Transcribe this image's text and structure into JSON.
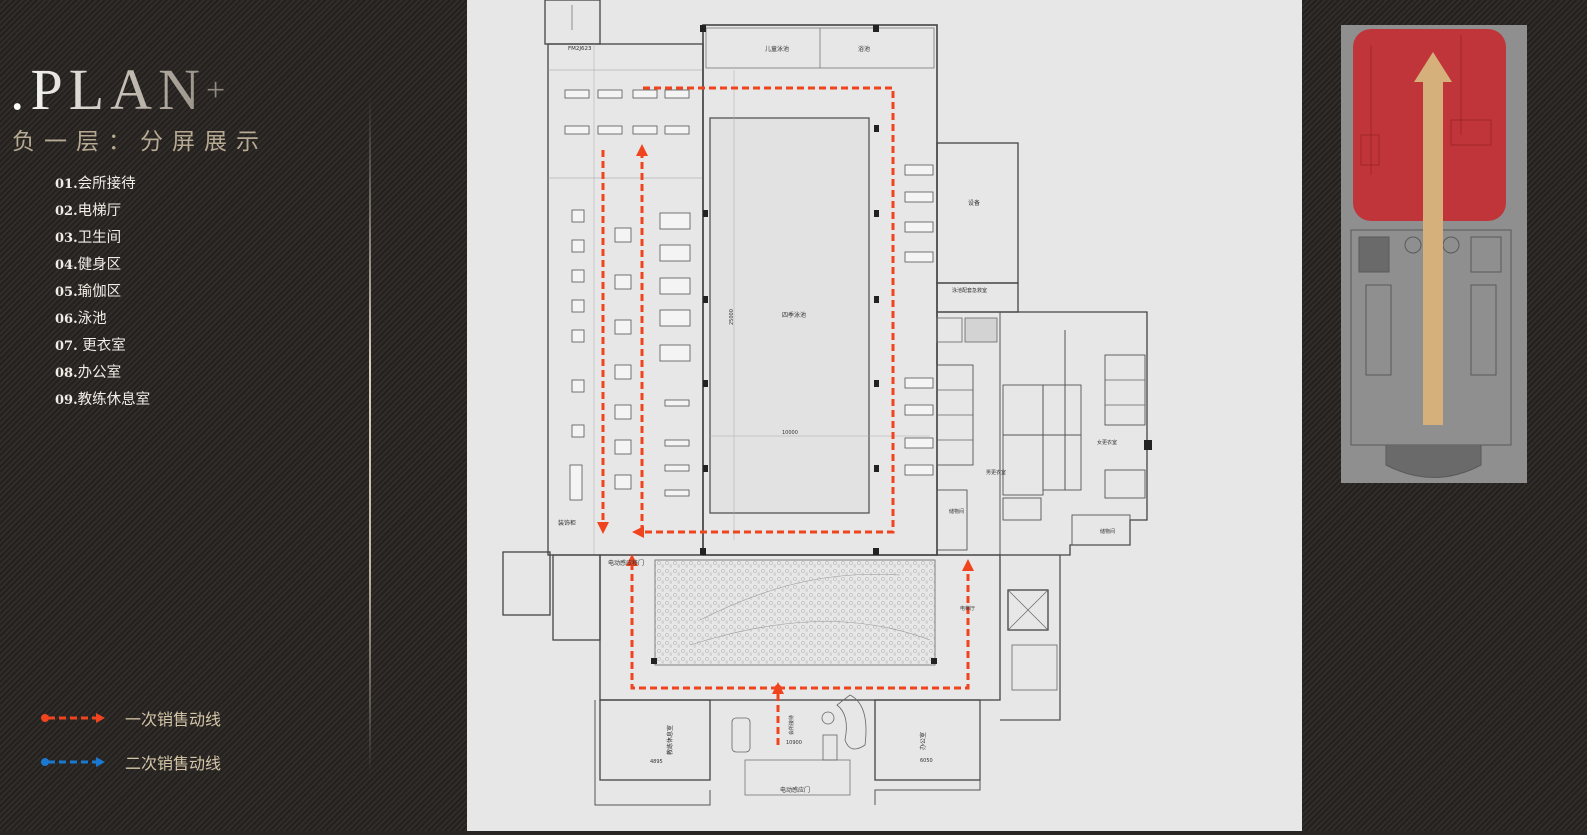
{
  "header": {
    "title": ".PLAN",
    "title_suffix": "+",
    "subtitle": "负一层：分屏展示"
  },
  "menu": {
    "items": [
      {
        "num": "01.",
        "label": "会所接待"
      },
      {
        "num": "02.",
        "label": "电梯厅"
      },
      {
        "num": "03.",
        "label": "卫生间"
      },
      {
        "num": "04.",
        "label": "健身区"
      },
      {
        "num": "05.",
        "label": "瑜伽区"
      },
      {
        "num": "06.",
        "label": "泳池"
      },
      {
        "num": "07.",
        "label": " 更衣室"
      },
      {
        "num": "08.",
        "label": "办公室"
      },
      {
        "num": "09.",
        "label": "教练休息室"
      }
    ]
  },
  "legend": {
    "primary": {
      "label": "一次销售动线",
      "color": "#f0441e"
    },
    "secondary": {
      "label": "二次销售动线",
      "color": "#1b78d0"
    }
  },
  "plan": {
    "labels": {
      "kids_pool": "儿童泳池",
      "bath_pool": "浴池",
      "main_pool": "四季泳池",
      "equipment": "设备",
      "first_aid": "泳池配套急救室",
      "mens_locker": "男更衣室",
      "womens_locker": "女更衣室",
      "storage_left": "储物间",
      "storage_right": "储物间",
      "sliding_door": "电动感应移门",
      "entrance_door": "电动感应门",
      "elevator_hall": "电梯厅",
      "coach_room": "教练休息室",
      "office": "办公室",
      "display_cabinet": "装饰柜",
      "reception": "会所接待",
      "fire_door": "FM2J623",
      "dim_a": "10000",
      "dim_b": "25000",
      "dim_c": "10900",
      "dim_d": "4895",
      "dim_e": "6050"
    },
    "route_color": "#f0441e",
    "background_color": "#e7e7e7"
  },
  "minimap": {
    "highlight_color": "#c8262c",
    "arrow_color": "#d6b07a"
  }
}
